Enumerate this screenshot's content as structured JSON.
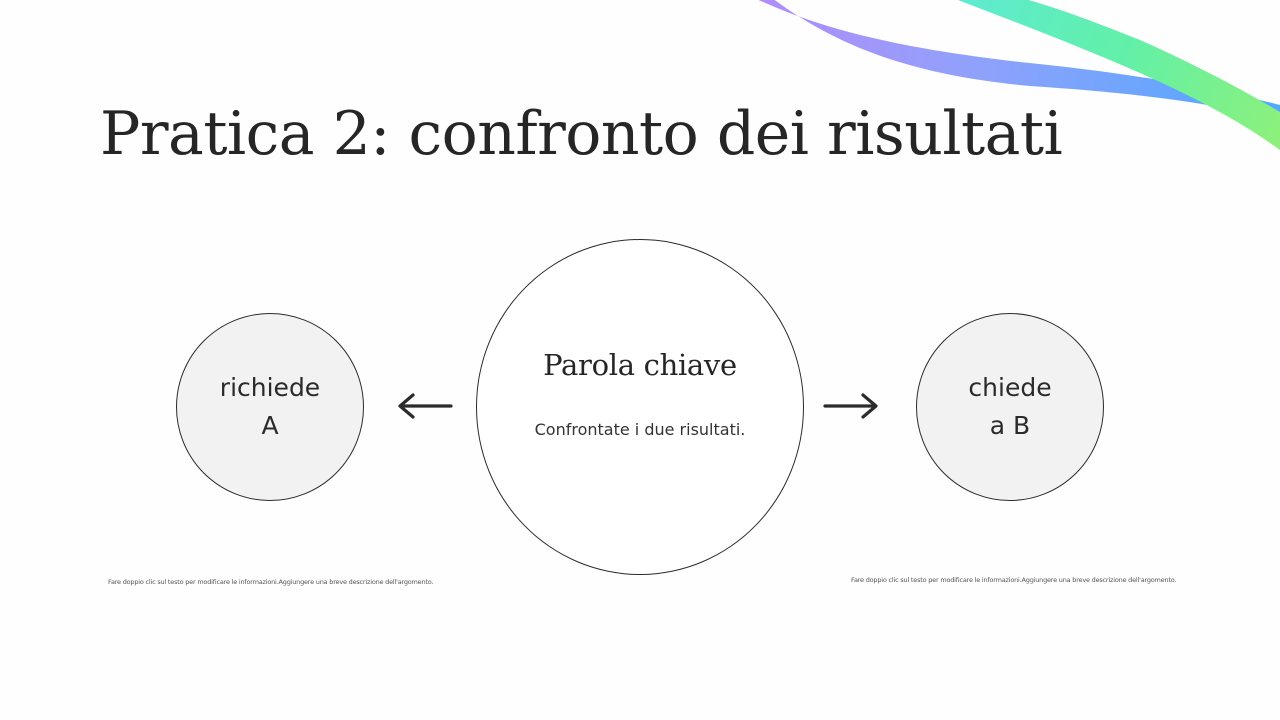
{
  "slide": {
    "title": "Pratica 2: confronto dei risultati",
    "colors": {
      "background": "#fefefe",
      "text": "#262626",
      "circle_fill": "#f2f2f3",
      "circle_stroke": "#2b2b2b",
      "ribbon_purple": "#a78bfa",
      "ribbon_blue": "#60a5fa",
      "ribbon_teal": "#5eead4",
      "ribbon_green": "#86ef7a"
    },
    "diagram": {
      "left_node": {
        "label": "richiede\nA"
      },
      "center_node": {
        "heading": "Parola chiave",
        "body": "Confrontate i due risultati."
      },
      "right_node": {
        "label": "chiede\na B"
      },
      "left_arrow": {
        "icon": "arrow-left-icon"
      },
      "right_arrow": {
        "icon": "arrow-right-icon"
      }
    },
    "captions": {
      "left": "Fare doppio clic sul testo per modificare le informazioni.Aggiungere una breve descrizione dell'argomento.",
      "right": "Fare doppio clic sul testo per modificare le informazioni.Aggiungere una breve descrizione dell'argomento."
    }
  }
}
